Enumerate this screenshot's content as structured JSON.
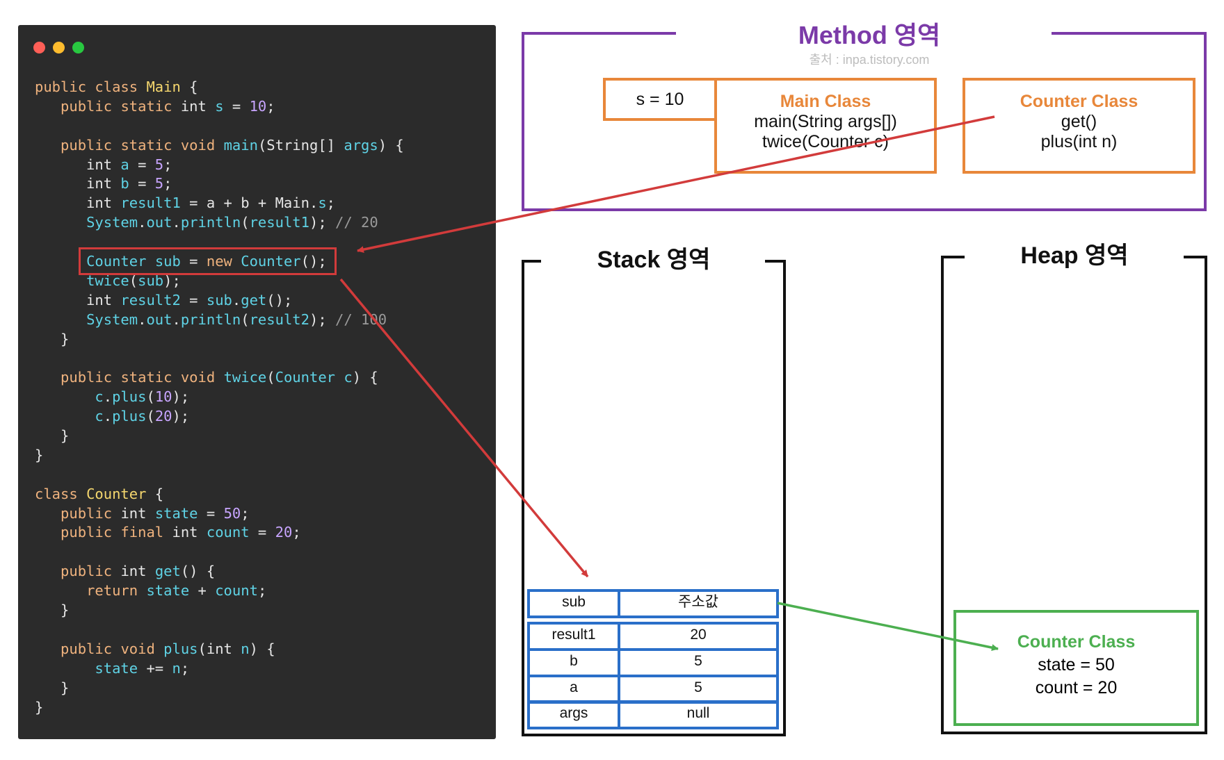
{
  "code": {
    "lines": [
      [
        [
          "kw",
          "public "
        ],
        [
          "kw",
          "class "
        ],
        [
          "cls",
          "Main"
        ],
        [
          "ty",
          " {"
        ]
      ],
      [
        [
          "ty",
          "   "
        ],
        [
          "kw",
          "public "
        ],
        [
          "kw",
          "static "
        ],
        [
          "ty",
          "int "
        ],
        [
          "id",
          "s"
        ],
        [
          "ty",
          " = "
        ],
        [
          "num",
          "10"
        ],
        [
          "ty",
          ";"
        ]
      ],
      [
        [
          "ty",
          ""
        ]
      ],
      [
        [
          "ty",
          "   "
        ],
        [
          "kw",
          "public "
        ],
        [
          "kw",
          "static "
        ],
        [
          "kw",
          "void "
        ],
        [
          "fn",
          "main"
        ],
        [
          "ty",
          "(String[] "
        ],
        [
          "id",
          "args"
        ],
        [
          "ty",
          ") {"
        ]
      ],
      [
        [
          "ty",
          "      int "
        ],
        [
          "id",
          "a"
        ],
        [
          "ty",
          " = "
        ],
        [
          "num",
          "5"
        ],
        [
          "ty",
          ";"
        ]
      ],
      [
        [
          "ty",
          "      int "
        ],
        [
          "id",
          "b"
        ],
        [
          "ty",
          " = "
        ],
        [
          "num",
          "5"
        ],
        [
          "ty",
          ";"
        ]
      ],
      [
        [
          "ty",
          "      int "
        ],
        [
          "id",
          "result1"
        ],
        [
          "ty",
          " = a + b + Main."
        ],
        [
          "id",
          "s"
        ],
        [
          "ty",
          ";"
        ]
      ],
      [
        [
          "ty",
          "      "
        ],
        [
          "id",
          "System"
        ],
        [
          "ty",
          "."
        ],
        [
          "id",
          "out"
        ],
        [
          "ty",
          "."
        ],
        [
          "fn",
          "println"
        ],
        [
          "ty",
          "("
        ],
        [
          "id",
          "result1"
        ],
        [
          "ty",
          "); "
        ],
        [
          "cm",
          "// 20"
        ]
      ],
      [
        [
          "ty",
          ""
        ]
      ],
      [
        [
          "ty",
          "      "
        ],
        [
          "id",
          "Counter "
        ],
        [
          "id",
          "sub"
        ],
        [
          "ty",
          " = "
        ],
        [
          "kw",
          "new "
        ],
        [
          "id",
          "Counter"
        ],
        [
          "ty",
          "();"
        ]
      ],
      [
        [
          "ty",
          "      "
        ],
        [
          "fn",
          "twice"
        ],
        [
          "ty",
          "("
        ],
        [
          "id",
          "sub"
        ],
        [
          "ty",
          ");"
        ]
      ],
      [
        [
          "ty",
          "      int "
        ],
        [
          "id",
          "result2"
        ],
        [
          "ty",
          " = "
        ],
        [
          "id",
          "sub"
        ],
        [
          "ty",
          "."
        ],
        [
          "fn",
          "get"
        ],
        [
          "ty",
          "();"
        ]
      ],
      [
        [
          "ty",
          "      "
        ],
        [
          "id",
          "System"
        ],
        [
          "ty",
          "."
        ],
        [
          "id",
          "out"
        ],
        [
          "ty",
          "."
        ],
        [
          "fn",
          "println"
        ],
        [
          "ty",
          "("
        ],
        [
          "id",
          "result2"
        ],
        [
          "ty",
          "); "
        ],
        [
          "cm",
          "// 100"
        ]
      ],
      [
        [
          "ty",
          "   }"
        ]
      ],
      [
        [
          "ty",
          ""
        ]
      ],
      [
        [
          "ty",
          "   "
        ],
        [
          "kw",
          "public "
        ],
        [
          "kw",
          "static "
        ],
        [
          "kw",
          "void "
        ],
        [
          "fn",
          "twice"
        ],
        [
          "ty",
          "("
        ],
        [
          "id",
          "Counter "
        ],
        [
          "id",
          "c"
        ],
        [
          "ty",
          ") {"
        ]
      ],
      [
        [
          "ty",
          "       "
        ],
        [
          "id",
          "c"
        ],
        [
          "ty",
          "."
        ],
        [
          "fn",
          "plus"
        ],
        [
          "ty",
          "("
        ],
        [
          "num",
          "10"
        ],
        [
          "ty",
          ");"
        ]
      ],
      [
        [
          "ty",
          "       "
        ],
        [
          "id",
          "c"
        ],
        [
          "ty",
          "."
        ],
        [
          "fn",
          "plus"
        ],
        [
          "ty",
          "("
        ],
        [
          "num",
          "20"
        ],
        [
          "ty",
          ");"
        ]
      ],
      [
        [
          "ty",
          "   }"
        ]
      ],
      [
        [
          "ty",
          "}"
        ]
      ],
      [
        [
          "ty",
          ""
        ]
      ],
      [
        [
          "kw",
          "class "
        ],
        [
          "cls",
          "Counter"
        ],
        [
          "ty",
          " {"
        ]
      ],
      [
        [
          "ty",
          "   "
        ],
        [
          "kw",
          "public "
        ],
        [
          "ty",
          "int "
        ],
        [
          "id",
          "state"
        ],
        [
          "ty",
          " = "
        ],
        [
          "num",
          "50"
        ],
        [
          "ty",
          ";"
        ]
      ],
      [
        [
          "ty",
          "   "
        ],
        [
          "kw",
          "public "
        ],
        [
          "kw",
          "final "
        ],
        [
          "ty",
          "int "
        ],
        [
          "id",
          "count"
        ],
        [
          "ty",
          " = "
        ],
        [
          "num",
          "20"
        ],
        [
          "ty",
          ";"
        ]
      ],
      [
        [
          "ty",
          ""
        ]
      ],
      [
        [
          "ty",
          "   "
        ],
        [
          "kw",
          "public "
        ],
        [
          "ty",
          "int "
        ],
        [
          "fn",
          "get"
        ],
        [
          "ty",
          "() {"
        ]
      ],
      [
        [
          "ty",
          "      "
        ],
        [
          "kw",
          "return "
        ],
        [
          "id",
          "state"
        ],
        [
          "ty",
          " + "
        ],
        [
          "id",
          "count"
        ],
        [
          "ty",
          ";"
        ]
      ],
      [
        [
          "ty",
          "   }"
        ]
      ],
      [
        [
          "ty",
          ""
        ]
      ],
      [
        [
          "ty",
          "   "
        ],
        [
          "kw",
          "public "
        ],
        [
          "kw",
          "void "
        ],
        [
          "fn",
          "plus"
        ],
        [
          "ty",
          "(int "
        ],
        [
          "id",
          "n"
        ],
        [
          "ty",
          ") {"
        ]
      ],
      [
        [
          "ty",
          "       "
        ],
        [
          "id",
          "state"
        ],
        [
          "ty",
          " += "
        ],
        [
          "id",
          "n"
        ],
        [
          "ty",
          ";"
        ]
      ],
      [
        [
          "ty",
          "   }"
        ]
      ],
      [
        [
          "ty",
          "}"
        ]
      ]
    ]
  },
  "method_area": {
    "title": "Method 영역",
    "source": "출처 : inpa.tistory.com",
    "static_var": "s = 10",
    "main_class": {
      "title": "Main Class",
      "members": [
        "main(String args[])",
        "twice(Counter c)"
      ]
    },
    "counter_class": {
      "title": "Counter Class",
      "members": [
        "get()",
        "plus(int n)"
      ]
    }
  },
  "stack_area": {
    "title": "Stack 영역",
    "frames": [
      {
        "key": "sub",
        "value": "주소값"
      },
      {
        "key": "result1",
        "value": "20"
      },
      {
        "key": "b",
        "value": "5"
      },
      {
        "key": "a",
        "value": "5"
      },
      {
        "key": "args",
        "value": "null"
      }
    ]
  },
  "heap_area": {
    "title": "Heap 영역",
    "object": {
      "title": "Counter Class",
      "fields": [
        "state = 50",
        "count = 20"
      ]
    }
  },
  "colors": {
    "editor_bg": "#2b2b2b",
    "method": "#7b3aa8",
    "class_box": "#e8873a",
    "stack_frame": "#2a6fc9",
    "heap_object": "#4caf50",
    "arrow_red": "#d23b3b"
  }
}
